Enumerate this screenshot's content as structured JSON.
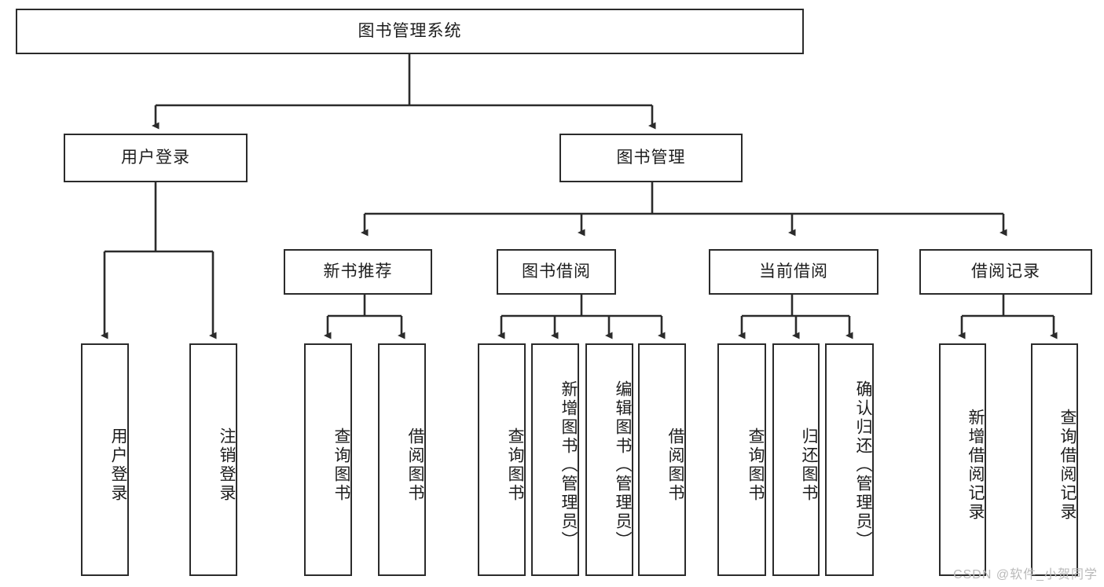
{
  "diagram": {
    "type": "tree-hierarchy",
    "root": {
      "id": "root",
      "label": "图书管理系统"
    },
    "level2": [
      {
        "id": "user-login",
        "label": "用户登录"
      },
      {
        "id": "book-management",
        "label": "图书管理"
      }
    ],
    "level3": [
      {
        "id": "new-book-recommend",
        "label": "新书推荐",
        "parent": "book-management"
      },
      {
        "id": "book-borrow",
        "label": "图书借阅",
        "parent": "book-management"
      },
      {
        "id": "current-borrow",
        "label": "当前借阅",
        "parent": "book-management"
      },
      {
        "id": "borrow-record",
        "label": "借阅记录",
        "parent": "book-management"
      }
    ],
    "leaves": {
      "user_login": [
        {
          "id": "leaf-user-login",
          "label": "用户登录"
        },
        {
          "id": "leaf-logout",
          "label": "注销登录"
        }
      ],
      "new_book_recommend": [
        {
          "id": "leaf-query-book-1",
          "label": "查询图书"
        },
        {
          "id": "leaf-borrow-book-1",
          "label": "借阅图书"
        }
      ],
      "book_borrow": [
        {
          "id": "leaf-query-book-2",
          "label": "查询图书"
        },
        {
          "id": "leaf-add-book",
          "label": "新增图书（管理员）"
        },
        {
          "id": "leaf-edit-book",
          "label": "编辑图书（管理员）"
        },
        {
          "id": "leaf-borrow-book-2",
          "label": "借阅图书"
        }
      ],
      "current_borrow": [
        {
          "id": "leaf-query-book-3",
          "label": "查询图书"
        },
        {
          "id": "leaf-return-book",
          "label": "归还图书"
        },
        {
          "id": "leaf-confirm-return",
          "label": "确认归还（管理员）"
        }
      ],
      "borrow_record": [
        {
          "id": "leaf-add-record",
          "label": "新增借阅记录"
        },
        {
          "id": "leaf-query-record",
          "label": "查询借阅记录"
        }
      ]
    },
    "colors": {
      "stroke": "#2b2b2b",
      "fill": "#ffffff",
      "text": "#1d1d1d",
      "watermark": "#b9b9b9"
    }
  },
  "watermark": {
    "text": "CSDN @软件_小贺同学"
  }
}
